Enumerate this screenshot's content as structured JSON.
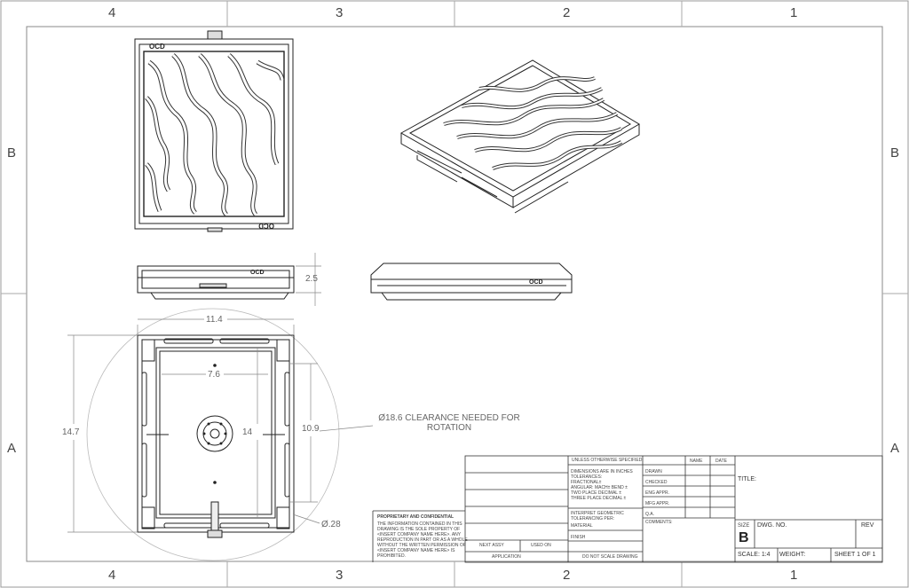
{
  "zones": {
    "top": [
      "4",
      "3",
      "2",
      "1"
    ],
    "bottom": [
      "4",
      "3",
      "2",
      "1"
    ],
    "left": [
      "B",
      "A"
    ],
    "right": [
      "B",
      "A"
    ]
  },
  "dimensions": {
    "side_height": "2.5",
    "width": "11.4",
    "inner_width": "7.6",
    "height": "14.7",
    "inner_height": "14",
    "rail_height": "10.9",
    "clearance": "Ø18.6 CLEARANCE NEEDED FOR ROTATION",
    "hole": "Ø.28"
  },
  "brand": "OCD",
  "title_block": {
    "unless": "UNLESS OTHERWISE SPECIFIED:",
    "dims": "DIMENSIONS ARE IN INCHES",
    "tolerances": "TOLERANCES:",
    "fractional": "FRACTIONAL±",
    "angular": "ANGULAR: MACH±   BEND ±",
    "two_place": "TWO PLACE DECIMAL   ±",
    "three_place": "THREE PLACE DECIMAL  ±",
    "interpret": "INTERPRET GEOMETRIC TOLERANCING PER:",
    "material": "MATERIAL",
    "finish": "FINISH",
    "next_assy": "NEXT ASSY",
    "used_on": "USED ON",
    "application": "APPLICATION",
    "do_not_scale": "DO NOT SCALE DRAWING",
    "name": "NAME",
    "date": "DATE",
    "drawn": "DRAWN",
    "checked": "CHECKED",
    "eng_appr": "ENG APPR.",
    "mfg_appr": "MFG APPR.",
    "qa": "Q.A.",
    "comments": "COMMENTS:",
    "proprietary": "PROPRIETARY AND CONFIDENTIAL",
    "prop_text": [
      "THE INFORMATION CONTAINED IN THIS",
      "DRAWING IS THE SOLE PROPERTY OF",
      "<INSERT COMPANY NAME HERE>. ANY",
      "REPRODUCTION IN PART OR AS A WHOLE",
      "WITHOUT THE WRITTEN PERMISSION OF",
      "<INSERT COMPANY NAME HERE> IS",
      "PROHIBITED."
    ],
    "title": "TITLE:",
    "size_label": "SIZE",
    "size": "B",
    "dwg_no": "DWG.  NO.",
    "rev": "REV",
    "scale": "SCALE: 1:4",
    "weight": "WEIGHT:",
    "sheet": "SHEET 1 OF 1"
  }
}
